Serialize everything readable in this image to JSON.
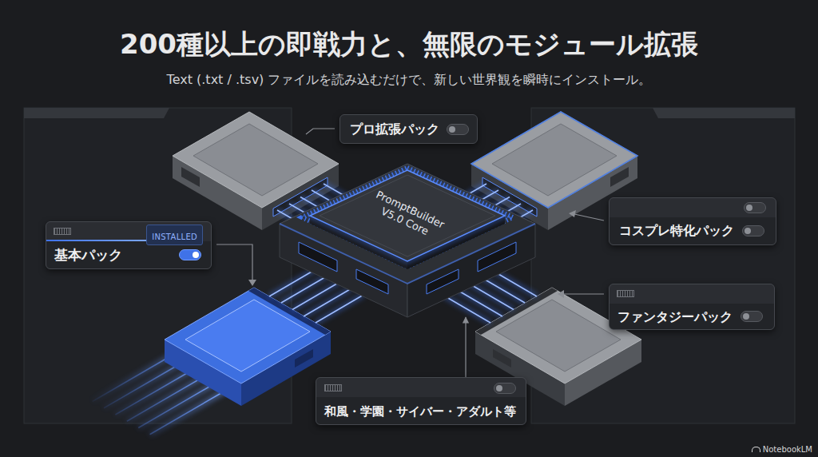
{
  "diagram": {
    "title": "200種以上の即戦力と、無限のモジュール拡張",
    "nodes": [
      {
        "text": [
          "プロ拡張パック"
        ]
      },
      {
        "text": [
          "PromptBuilder V5.0 Core"
        ]
      },
      {
        "text": [
          "コスプレ特化パック"
        ]
      },
      {
        "text": [
          "基本パック"
        ]
      },
      {
        "text": [
          "INSTALLED"
        ],
        "in": 3
      },
      {
        "text": [
          "ファンタジーパック"
        ]
      },
      {
        "text": [
          "和風・学園・サイバー・アダルト等"
        ]
      }
    ],
    "edges": [
      {
        "from": 6,
        "to": 1,
        "arrow": "to"
      }
    ],
    "labels": [
      "Text (.txt / .tsv) ファイルを読み込むだけで、新しい世界観を瞬時にインストール。",
      "NotebookLM"
    ]
  }
}
